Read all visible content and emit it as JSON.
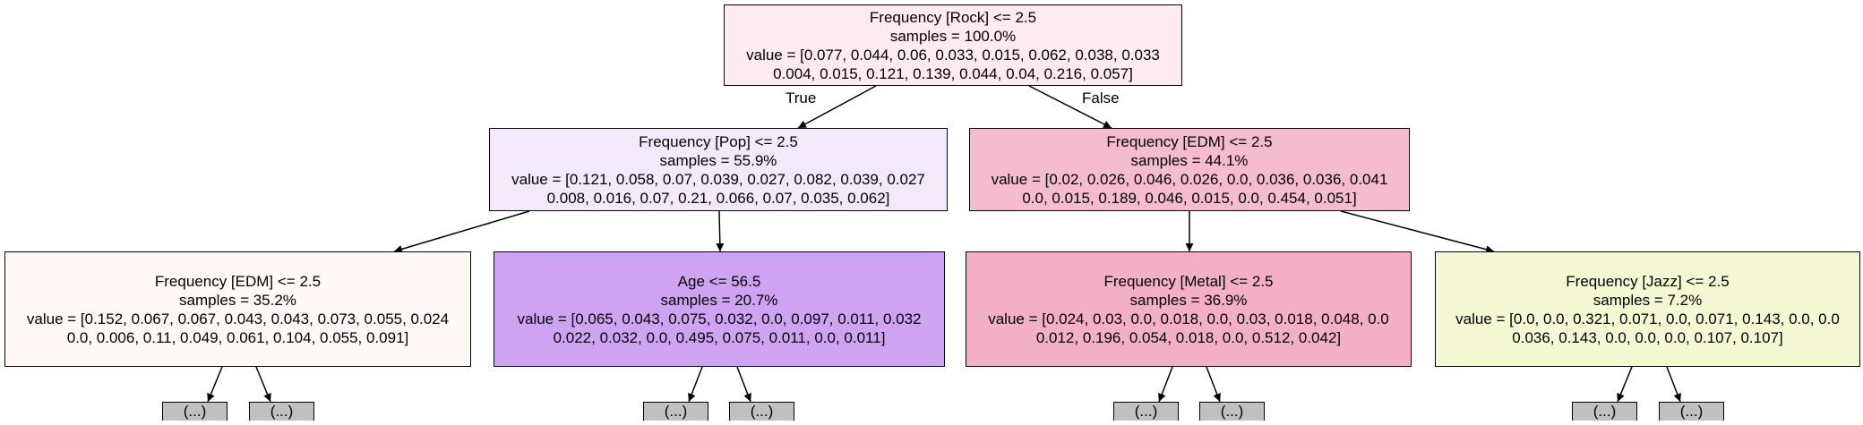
{
  "root": {
    "condition": "Frequency [Rock] <= 2.5",
    "samples": "samples = 100.0%",
    "value_line1": "value = [0.077, 0.044, 0.06, 0.033, 0.015, 0.062, 0.038, 0.033",
    "value_line2": "0.004, 0.015, 0.121, 0.139, 0.044, 0.04, 0.216, 0.057]",
    "fill": "#fdebf1"
  },
  "edge_labels": {
    "true": "True",
    "false": "False"
  },
  "left": {
    "condition": "Frequency [Pop] <= 2.5",
    "samples": "samples = 55.9%",
    "value_line1": "value = [0.121, 0.058, 0.07, 0.039, 0.027, 0.082, 0.039, 0.027",
    "value_line2": "0.008, 0.016, 0.07, 0.21, 0.066, 0.07, 0.035, 0.062]",
    "fill": "#f2eafb"
  },
  "right": {
    "condition": "Frequency [EDM] <= 2.5",
    "samples": "samples = 44.1%",
    "value_line1": "value = [0.02, 0.026, 0.046, 0.026, 0.0, 0.036, 0.036, 0.041",
    "value_line2": "0.0, 0.015, 0.189, 0.046, 0.015, 0.0, 0.454, 0.051]",
    "fill": "#f4bcce"
  },
  "ll": {
    "condition": "Frequency [EDM] <= 2.5",
    "samples": "samples = 35.2%",
    "value_line1": "value = [0.152, 0.067, 0.067, 0.043, 0.043, 0.073, 0.055, 0.024",
    "value_line2": "0.0, 0.006, 0.11, 0.049, 0.061, 0.104, 0.055, 0.091]",
    "fill": "#fef8f6"
  },
  "lr": {
    "condition": "Age <= 56.5",
    "samples": "samples = 20.7%",
    "value_line1": "value = [0.065, 0.043, 0.075, 0.032, 0.0, 0.097, 0.011, 0.032",
    "value_line2": "0.022, 0.032, 0.0, 0.495, 0.075, 0.011, 0.0, 0.011]",
    "fill": "#cea4f2"
  },
  "rl": {
    "condition": "Frequency [Metal] <= 2.5",
    "samples": "samples = 36.9%",
    "value_line1": "value = [0.024, 0.03, 0.0, 0.018, 0.0, 0.03, 0.018, 0.048, 0.0",
    "value_line2": "0.012, 0.196, 0.054, 0.018, 0.0, 0.512, 0.042]",
    "fill": "#f3afc6"
  },
  "rr": {
    "condition": "Frequency [Jazz] <= 2.5",
    "samples": "samples = 7.2%",
    "value_line1": "value = [0.0, 0.0, 0.321, 0.071, 0.0, 0.071, 0.143, 0.0, 0.0",
    "value_line2": "0.036, 0.143, 0.0, 0.0, 0.0, 0.107, 0.107]",
    "fill": "#f4f9d4"
  },
  "leaf_label": "(...)",
  "leaf_fill": "#c0c0c0"
}
